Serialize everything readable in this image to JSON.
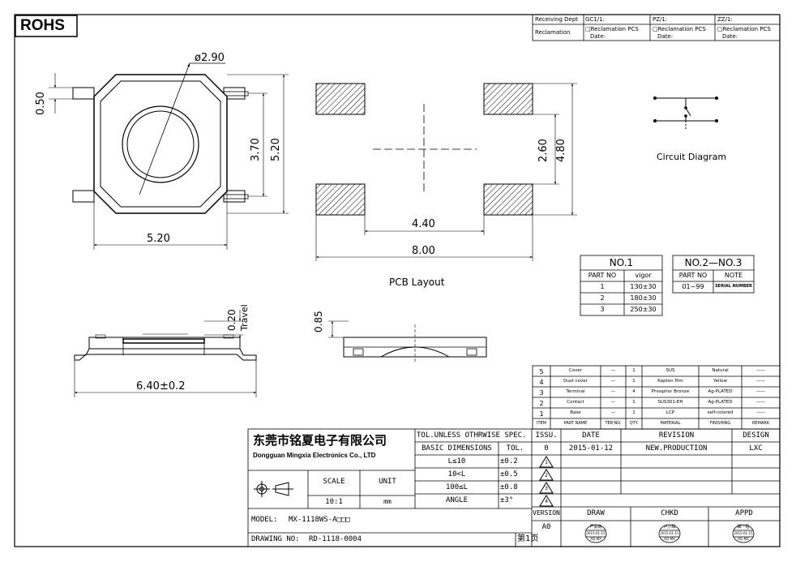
{
  "rohs": "ROHS",
  "header_block": {
    "row1": [
      "Receiving Dept",
      "GC1/1:",
      "PZ/1:",
      "ZZ/1:"
    ],
    "reclamation": "Reclamation",
    "cell": [
      "□Reclamation  PCS",
      "Date:"
    ]
  },
  "dimensions": {
    "diameter": "ø2.90",
    "d050": "0.50",
    "d370": "3.70",
    "d520v": "5.20",
    "d520h": "5.20",
    "d440": "4.40",
    "d800": "8.00",
    "d260": "2.60",
    "d480": "4.80",
    "d020": "0.20",
    "travel": "Travel",
    "d085": "0.85",
    "d640": "6.40±0.2"
  },
  "labels": {
    "pcb_layout": "PCB  Layout",
    "circuit": "Circuit  Diagram"
  },
  "no1": {
    "title": "NO.1",
    "headers": [
      "PART NO",
      "vigor"
    ],
    "rows": [
      [
        "1",
        "130±30"
      ],
      [
        "2",
        "180±30"
      ],
      [
        "3",
        "250±30"
      ]
    ]
  },
  "no2": {
    "title": "NO.2—NO.3",
    "headers": [
      "PART NO",
      "NOTE"
    ],
    "rows": [
      [
        "01~99",
        "SERIAL NUMBER"
      ]
    ]
  },
  "bom": {
    "rows": [
      [
        "5",
        "Cover",
        "—",
        "1",
        "SUS",
        "Natural",
        "——"
      ],
      [
        "4",
        "Dust cover",
        "—",
        "1",
        "Kapton film",
        "Yellow",
        "——"
      ],
      [
        "3",
        "Terminal",
        "—",
        "4",
        "Phosphor Bronze",
        "Ag-PLATED",
        "——"
      ],
      [
        "2",
        "Contact",
        "—",
        "1",
        "SUS301-EH",
        "Ag-PLATED",
        "——"
      ],
      [
        "1",
        "Base",
        "—",
        "1",
        "LCP",
        "self-colored",
        "——"
      ]
    ],
    "headers": [
      "ITEM",
      "PART NAME",
      "TER'NO.",
      "QTY.",
      "MATERIAL",
      "FINISHING",
      "REMARK"
    ]
  },
  "title_block": {
    "company_cn": "东莞市铭夏电子有限公司",
    "company_en": "Dongguan Mingxia Electronics Co., LTD",
    "tol_title": "TOL.UNLESS OTHRWISE SPEC.",
    "basic_dim": "BASIC DIMENSIONS",
    "tol_col": "TOL.",
    "tol_rows": [
      [
        "L≤10",
        "±0.2"
      ],
      [
        "10<L",
        "±0.5"
      ],
      [
        "100≤L",
        "±0.8"
      ],
      [
        "ANGLE",
        "±3°"
      ]
    ],
    "scale_label": "SCALE",
    "unit_label": "UNIT",
    "scale_value": "10:1",
    "unit_value": "mm",
    "issu": "ISSU.",
    "date": "DATE",
    "revision": "REVISION",
    "design": "DESIGN",
    "rev_row": [
      "0",
      "2015-01-12",
      "NEW.PRODUCTION",
      "LXC"
    ],
    "tri": [
      "1",
      "2",
      "3",
      "4"
    ],
    "version_label": "VERSION",
    "version": "A0",
    "draw": "DRAW",
    "chkd": "CHKD",
    "appd": "APPD",
    "model_label": "MODEL:",
    "model": "MX-1118WS-A□□□",
    "drawing_label": "DRAWING NO:",
    "drawing_no": "RD-1118-0004",
    "page": "第1页",
    "stamps": [
      {
        "top": "严会雨",
        "mid": "2015-01-15",
        "bot": "XQ-MX"
      },
      {
        "top": "卢小辉",
        "mid": "2015-01-15",
        "bot": "XQ-MX"
      },
      {
        "top": "细一帞",
        "mid": "2015-01-15",
        "bot": "XQ-MX"
      }
    ]
  }
}
